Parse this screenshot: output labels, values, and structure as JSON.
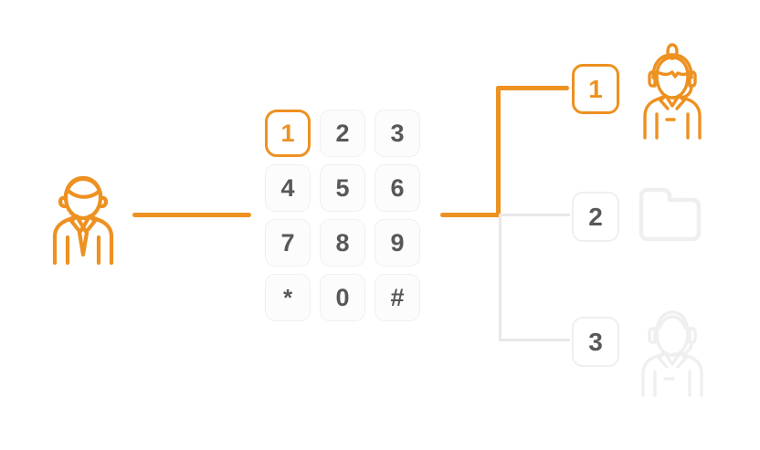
{
  "diagram": {
    "title": "IVR call routing keypad diagram",
    "colors": {
      "accent": "#ED9121",
      "key_text": "#58585a",
      "key_bg": "#fcfcfc",
      "key_border": "#f0f0f0",
      "line_dim": "#e8e8e8",
      "badge_dim_border": "#efefef",
      "icon_dim": "#eeeeee"
    }
  },
  "caller": {
    "icon": "person-caller-icon",
    "label": ""
  },
  "keypad": {
    "name": "dtmf-keypad",
    "active_key": "1",
    "keys": [
      {
        "label": "1",
        "active": true
      },
      {
        "label": "2",
        "active": false
      },
      {
        "label": "3",
        "active": false
      },
      {
        "label": "4",
        "active": false
      },
      {
        "label": "5",
        "active": false
      },
      {
        "label": "6",
        "active": false
      },
      {
        "label": "7",
        "active": false
      },
      {
        "label": "8",
        "active": false
      },
      {
        "label": "9",
        "active": false
      },
      {
        "label": "*",
        "active": false
      },
      {
        "label": "0",
        "active": false
      },
      {
        "label": "#",
        "active": false
      }
    ]
  },
  "routes": [
    {
      "badge": "1",
      "selected": true,
      "target_icon": "agent-female-headset-icon",
      "line_color": "#ED9121"
    },
    {
      "badge": "2",
      "selected": false,
      "target_icon": "folder-icon",
      "line_color": "#e8e8e8"
    },
    {
      "badge": "3",
      "selected": false,
      "target_icon": "agent-male-headset-icon",
      "line_color": "#e8e8e8"
    }
  ]
}
